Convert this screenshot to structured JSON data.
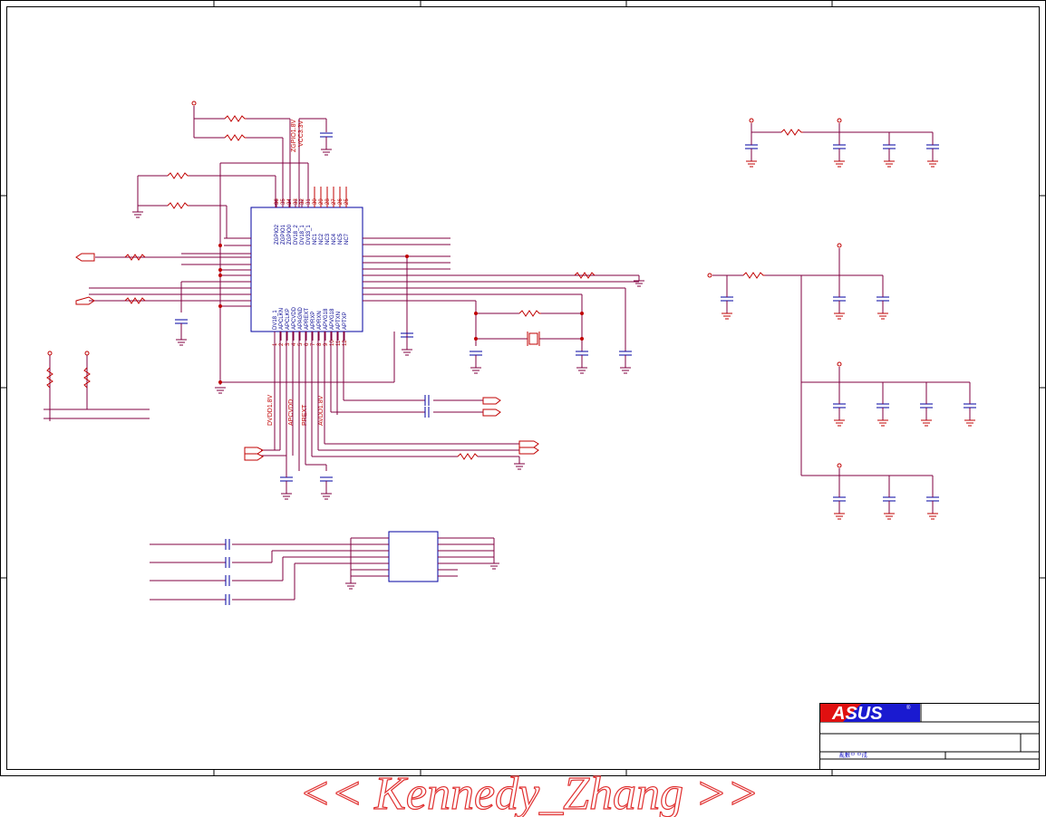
{
  "ic_main": {
    "pin_numbers_top": [
      "36",
      "35",
      "34",
      "33",
      "32",
      "31",
      "30",
      "29",
      "28",
      "27",
      "26",
      "25"
    ],
    "pin_names_top": [
      "ZGPIO2",
      "ZGPIO1",
      "ZGPIO0",
      "DV18_2",
      "DV18_1",
      "DV33_1",
      "NC1",
      "NC2",
      "NC3",
      "NC4",
      "NC5",
      "NC7"
    ],
    "pin_numbers_bottom": [
      "1",
      "2",
      "3",
      "4",
      "5",
      "6",
      "7",
      "8",
      "9",
      "10",
      "11",
      "12"
    ],
    "pin_names_bottom": [
      "DV18_1",
      "APCLKN",
      "APCLKP",
      "APCVDD",
      "APAGND",
      "APREXT",
      "APRXP",
      "APRXN",
      "APVG18",
      "APVG18",
      "APTXN",
      "APTXP"
    ]
  },
  "net_labels": {
    "top_1": "ZGPIO1.8V",
    "top_2": "VCC3.3V",
    "bottom_1": "DVDD1.8V",
    "bottom_2": "APCVDD",
    "bottom_3": "PREXT",
    "bottom_4": "AVDD1.8V"
  },
  "title_block": {
    "logo": "ASUS",
    "registered": "®",
    "footer_text": "亂數ᄆ ᄆ戌"
  },
  "watermark": "<< Kennedy_Zhang >>"
}
